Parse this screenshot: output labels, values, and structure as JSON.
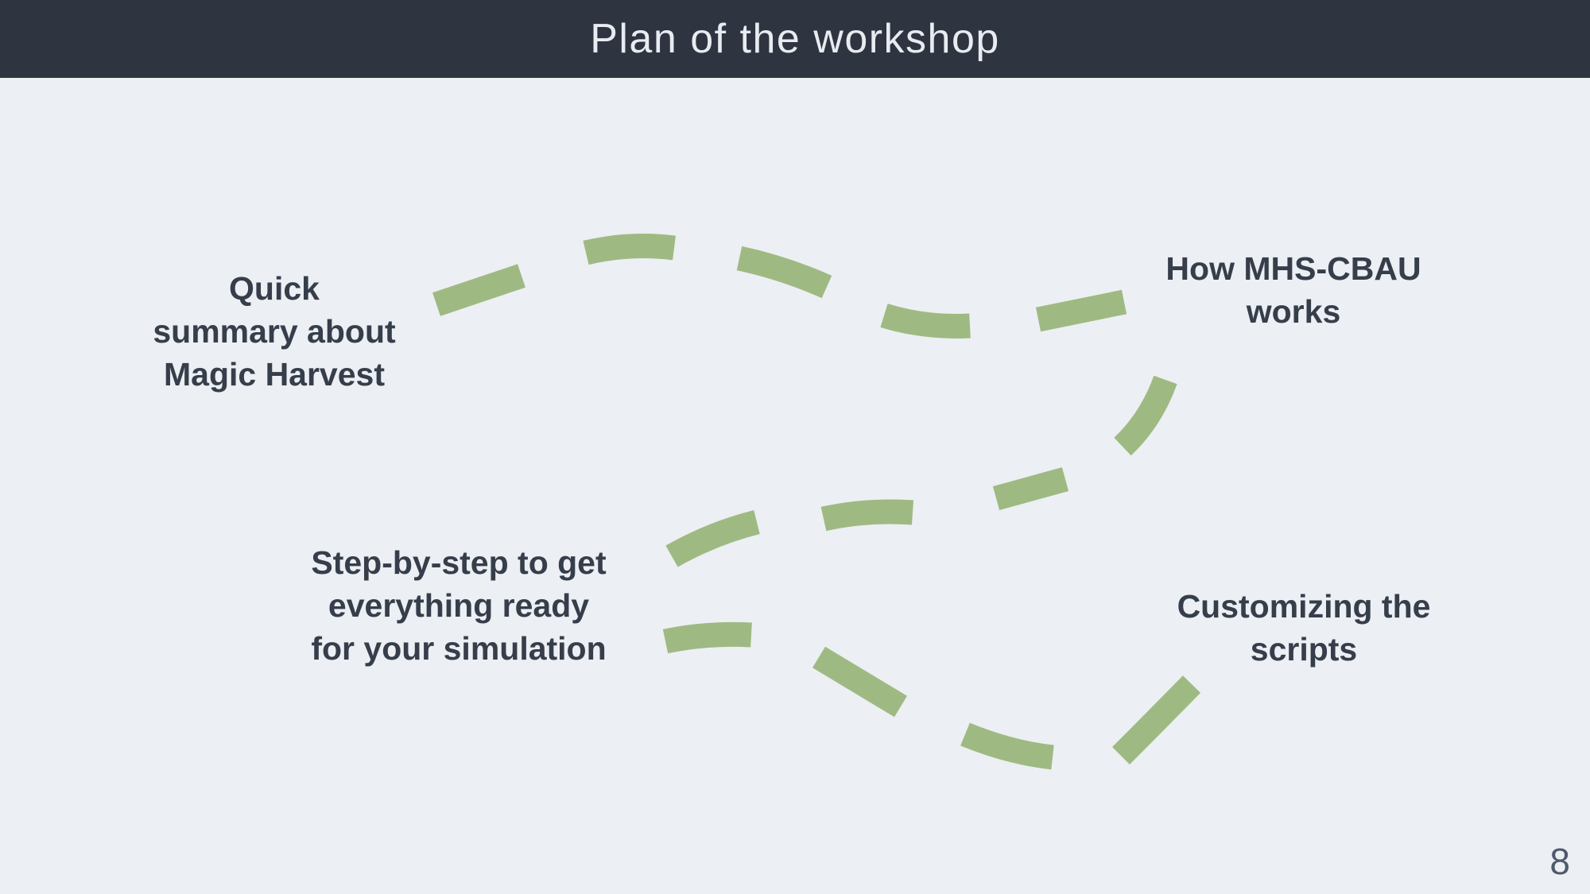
{
  "header": {
    "title": "Plan of the workshop"
  },
  "nodes": [
    {
      "id": "quick-summary",
      "lines": [
        "Quick",
        "summary about",
        "Magic Harvest"
      ]
    },
    {
      "id": "how-mhs-cbau-works",
      "lines": [
        "How MHS-CBAU",
        "works"
      ]
    },
    {
      "id": "step-by-step",
      "lines": [
        "Step-by-step to get",
        "everything ready",
        "for your simulation"
      ]
    },
    {
      "id": "customizing-scripts",
      "lines": [
        "Customizing the",
        "scripts"
      ]
    }
  ],
  "decorations": [
    {
      "name": "dashed-route-path-icon",
      "description": "curved green dashed path linking the four workshop topics"
    }
  ],
  "footer": {
    "page_number": "8"
  },
  "colors": {
    "header_bg": "#2e3440",
    "slide_bg": "#eceff3",
    "accent_green": "#9eba82",
    "text_dark": "#363e4b",
    "title_text": "#e8ebf0",
    "page_number": "#4e596b"
  }
}
